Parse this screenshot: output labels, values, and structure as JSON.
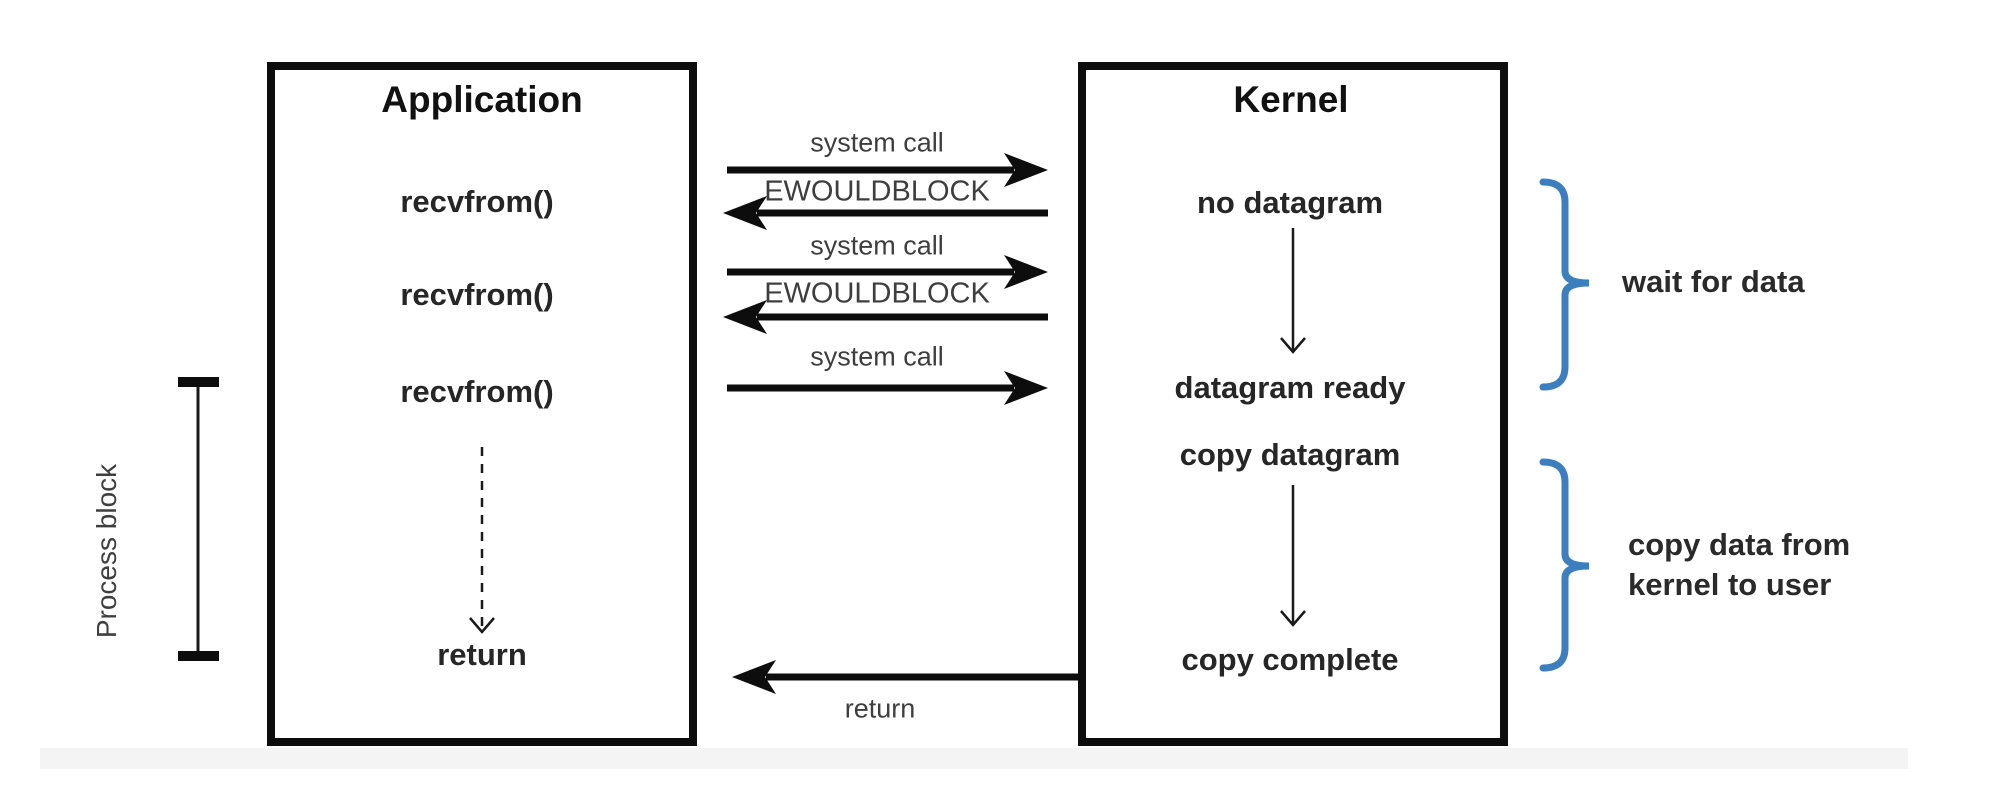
{
  "diagram": {
    "app_box": {
      "title": "Application",
      "calls": [
        "recvfrom()",
        "recvfrom()",
        "recvfrom()"
      ],
      "return_label": "return"
    },
    "kernel_box": {
      "title": "Kernel",
      "states": [
        "no datagram",
        "datagram ready",
        "copy datagram",
        "copy complete"
      ]
    },
    "middle": {
      "syscall_labels": [
        "system call",
        "system call",
        "system call"
      ],
      "ewouldblock_labels": [
        "EWOULDBLOCK",
        "EWOULDBLOCK"
      ],
      "return_label": "return"
    },
    "annotations": {
      "process_block": "Process block",
      "wait_for_data": "wait for data",
      "copy_data_line1": "copy data from",
      "copy_data_line2": "kernel to user"
    },
    "colors": {
      "brace_blue": "#3d7ebf",
      "arrow_ink": "#0d0d0d",
      "bold_text": "#262626",
      "gray_text": "#3e3e3e"
    }
  }
}
